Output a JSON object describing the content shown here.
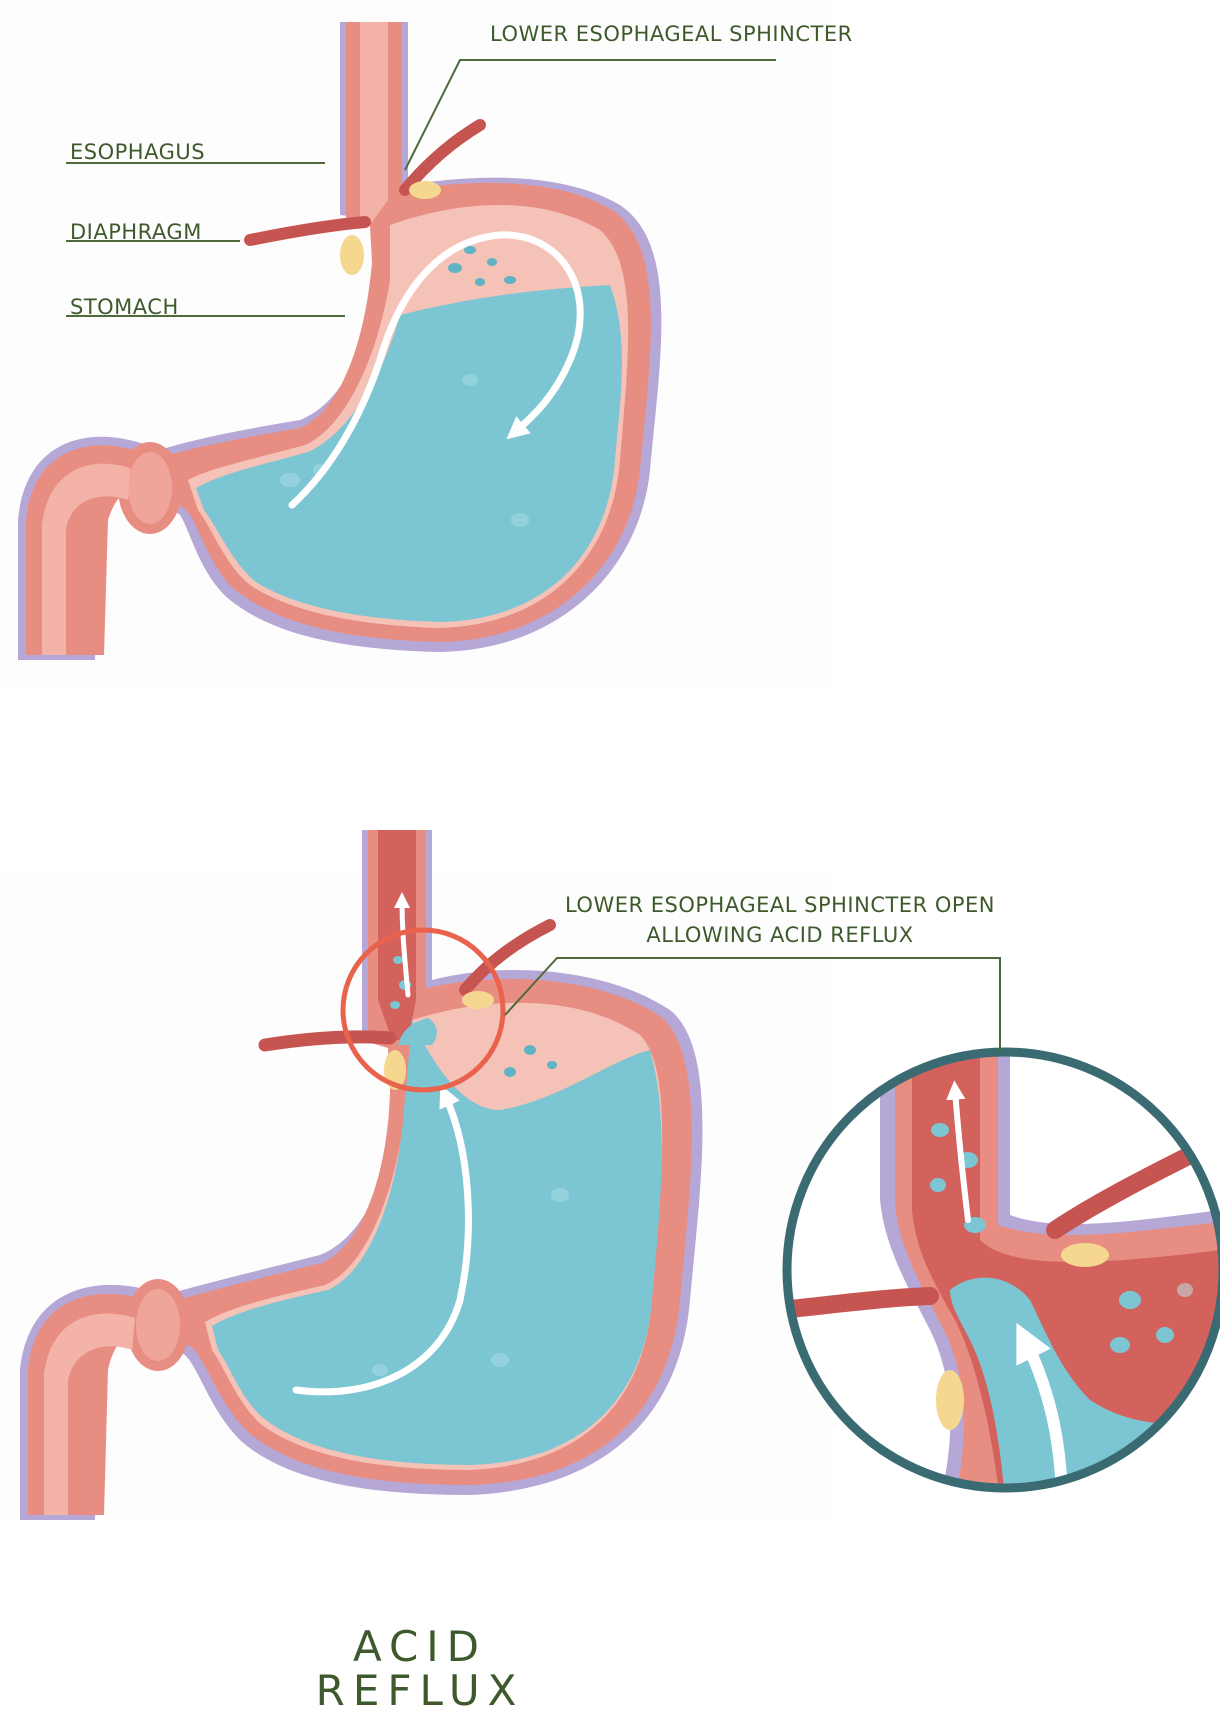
{
  "labels": {
    "les": "LOWER ESOPHAGEAL SPHINCTER",
    "esophagus": "ESOPHAGUS",
    "diaphragm": "DIAPHRAGM",
    "stomach": "STOMACH",
    "les_open_line1": "LOWER ESOPHAGEAL SPHINCTER OPEN",
    "les_open_line2": "ALLOWING ACID REFLUX"
  },
  "title": {
    "line1": "ACID",
    "line2": "REFLUX"
  },
  "colors": {
    "label_text": "#3e5a2c",
    "leader_line": "#4f6a3a",
    "stomach_wall": "#e88d82",
    "stomach_inner": "#f3b3a8",
    "acid": "#7cc5d3",
    "outer_membrane": "#b6a8d6",
    "diaphragm_muscle": "#c65552",
    "fat": "#f5d78f",
    "highlight_circle": "#e8624c",
    "zoom_circle": "#3b6b72",
    "arrow": "#ffffff"
  }
}
